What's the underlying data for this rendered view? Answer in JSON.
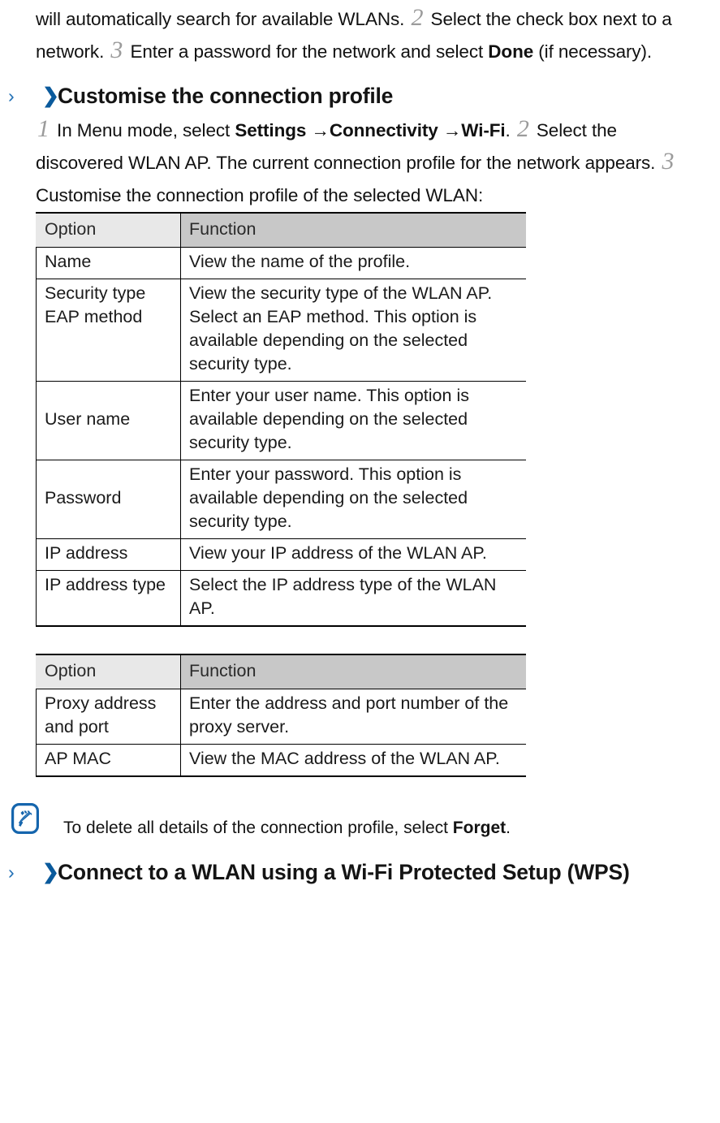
{
  "document": {
    "intro_paragraph": {
      "segments": [
        {
          "type": "text",
          "value": "will automatically search for available WLANs. "
        },
        {
          "type": "step",
          "value": "2"
        },
        {
          "type": "text",
          "value": " Select the check box next to a network. "
        },
        {
          "type": "step",
          "value": "3"
        },
        {
          "type": "text",
          "value": " Enter a password for the network and select "
        },
        {
          "type": "bold",
          "value": "Done"
        },
        {
          "type": "text",
          "value": " (if necessary)."
        }
      ],
      "plain": "will automatically search for available WLANs. 2 Select the check box next to a network. 3 Enter a password for the network and select Done (if necessary)."
    },
    "heading_customise": {
      "chevron_thin": "›",
      "chevron_bold": "❯",
      "title": "Customise the connection profile"
    },
    "customise_paragraph": {
      "segments": [
        {
          "type": "step",
          "value": "1"
        },
        {
          "type": "text",
          "value": " In Menu mode, select "
        },
        {
          "type": "bold",
          "value": "Settings"
        },
        {
          "type": "text",
          "value": " →"
        },
        {
          "type": "bold",
          "value": "Connectivity"
        },
        {
          "type": "text",
          "value": " →"
        },
        {
          "type": "bold",
          "value": "Wi-Fi"
        },
        {
          "type": "text",
          "value": ". "
        },
        {
          "type": "step",
          "value": "2"
        },
        {
          "type": "text",
          "value": " Select the discovered WLAN AP. The current connection profile for the network appears. "
        },
        {
          "type": "step",
          "value": "3"
        },
        {
          "type": "text",
          "value": " Customise the connection profile of the selected WLAN:"
        }
      ],
      "plain": "1 In Menu mode, select Settings →Connectivity →Wi-Fi. 2 Select the discovered WLAN AP. The current connection profile for the network appears. 3 Customise the connection profile of the selected WLAN:"
    },
    "table_one": {
      "headers": [
        "Option",
        "Function"
      ],
      "rows": [
        {
          "option": "Name",
          "function": "View the name of the profile.",
          "align": "top"
        },
        {
          "option": "Security type EAP method",
          "function": "View the security type of the WLAN AP. Select an EAP method. This option is available depending on the selected security type.",
          "align": "top"
        },
        {
          "option": "User name",
          "function": "Enter your user name. This option is available depending on the selected security type.",
          "align": "middle"
        },
        {
          "option": "Password",
          "function": "Enter your password. This option is available depending on the selected security type.",
          "align": "middle"
        },
        {
          "option": "IP address",
          "function": "View your IP address of the WLAN AP.",
          "align": "middle"
        },
        {
          "option": "IP address type",
          "function": "Select the IP address type of the WLAN AP.",
          "align": "top"
        }
      ]
    },
    "table_two": {
      "headers": [
        "Option",
        "Function"
      ],
      "rows": [
        {
          "option": "Proxy address and port",
          "function": "Enter the address and port number of the proxy server.",
          "align": "top"
        },
        {
          "option": "AP MAC",
          "function": "View the MAC address of the WLAN AP.",
          "align": "middle"
        }
      ]
    },
    "note": {
      "icon": "note-pen-icon",
      "segments": [
        {
          "type": "text",
          "value": "To delete all details of the connection profile, select "
        },
        {
          "type": "bold",
          "value": "Forget"
        },
        {
          "type": "text",
          "value": "."
        }
      ],
      "plain": "To delete all details of the connection profile, select Forget."
    },
    "heading_wps": {
      "chevron_thin": "›",
      "chevron_bold": "❯",
      "title": "Connect to a WLAN using a Wi-Fi Protected Setup (WPS)"
    },
    "colors": {
      "chevron_thin": "#1f6fb5",
      "chevron_bold": "#0a5a9c",
      "step_number": "#9b9b9b",
      "header_option_bg": "#e8e8e8",
      "header_function_bg": "#c8c8c8",
      "note_icon": "#1565ad",
      "text": "#111111"
    }
  }
}
